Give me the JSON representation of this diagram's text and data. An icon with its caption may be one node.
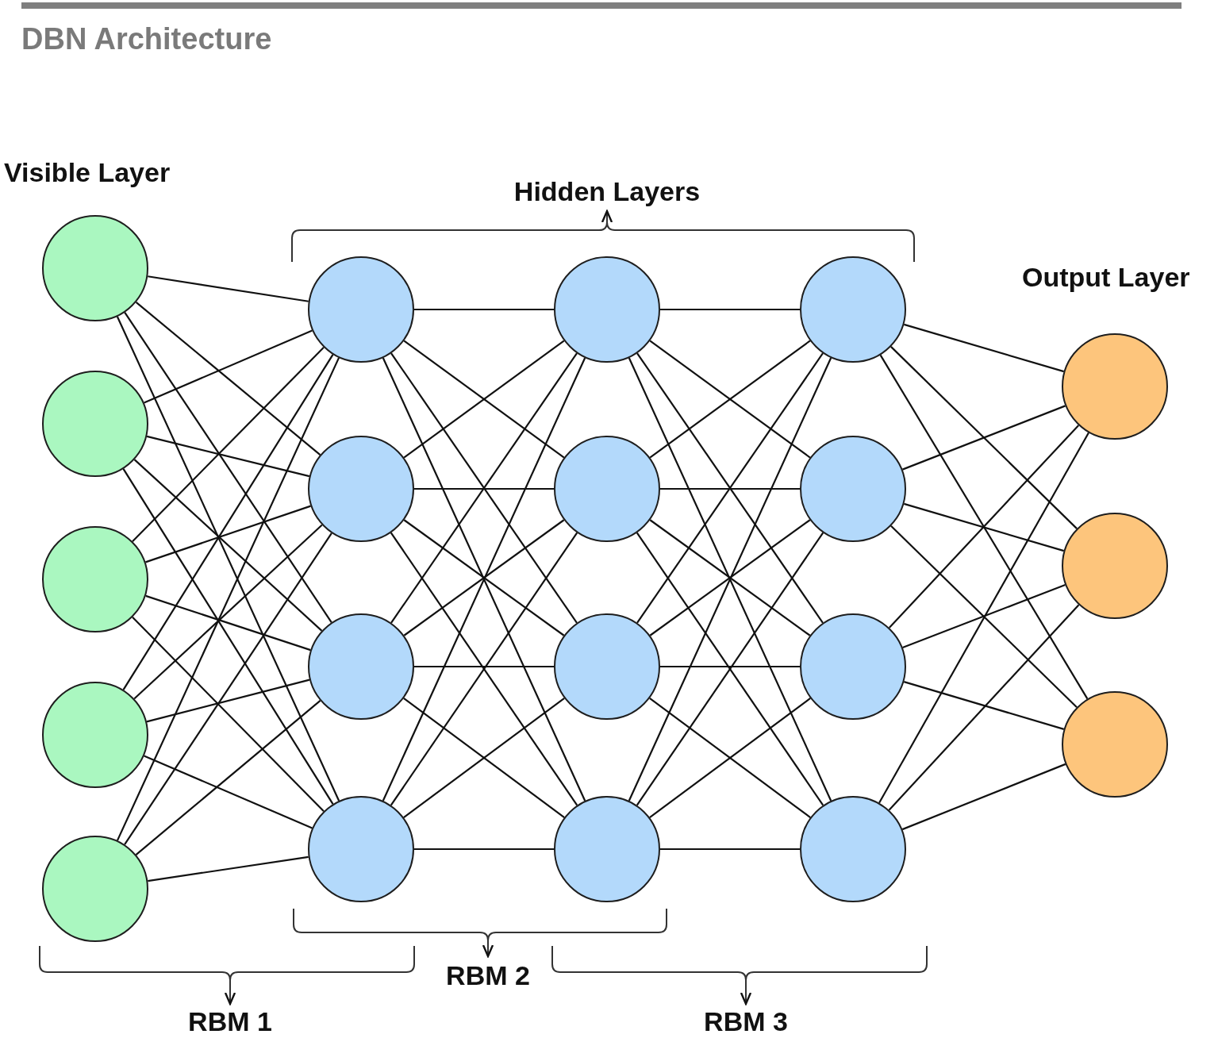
{
  "diagram": {
    "title": "DBN Architecture",
    "nodes": [
      {
        "text": [],
        "shape": "circle"
      },
      {
        "text": [],
        "shape": "circle"
      },
      {
        "text": [],
        "shape": "circle"
      },
      {
        "text": [],
        "shape": "circle"
      },
      {
        "text": [],
        "shape": "circle"
      },
      {
        "text": [],
        "shape": "circle"
      },
      {
        "text": [],
        "shape": "circle"
      },
      {
        "text": [],
        "shape": "circle"
      },
      {
        "text": [],
        "shape": "circle"
      },
      {
        "text": [],
        "shape": "circle"
      },
      {
        "text": [],
        "shape": "circle"
      },
      {
        "text": [],
        "shape": "circle"
      },
      {
        "text": [],
        "shape": "circle"
      },
      {
        "text": [],
        "shape": "circle"
      },
      {
        "text": [],
        "shape": "circle"
      },
      {
        "text": [],
        "shape": "circle"
      },
      {
        "text": [],
        "shape": "circle"
      },
      {
        "text": [],
        "shape": "circle"
      },
      {
        "text": [],
        "shape": "circle"
      },
      {
        "text": [],
        "shape": "circle"
      }
    ],
    "edges": [
      {
        "from": 0,
        "to": 5,
        "arrow": "none"
      },
      {
        "from": 0,
        "to": 6,
        "arrow": "none"
      },
      {
        "from": 0,
        "to": 7,
        "arrow": "none"
      },
      {
        "from": 0,
        "to": 8,
        "arrow": "none"
      },
      {
        "from": 1,
        "to": 5,
        "arrow": "none"
      },
      {
        "from": 1,
        "to": 6,
        "arrow": "none"
      },
      {
        "from": 1,
        "to": 7,
        "arrow": "none"
      },
      {
        "from": 1,
        "to": 8,
        "arrow": "none"
      },
      {
        "from": 2,
        "to": 5,
        "arrow": "none"
      },
      {
        "from": 2,
        "to": 6,
        "arrow": "none"
      },
      {
        "from": 2,
        "to": 7,
        "arrow": "none"
      },
      {
        "from": 2,
        "to": 8,
        "arrow": "none"
      },
      {
        "from": 3,
        "to": 5,
        "arrow": "none"
      },
      {
        "from": 3,
        "to": 6,
        "arrow": "none"
      },
      {
        "from": 3,
        "to": 7,
        "arrow": "none"
      },
      {
        "from": 3,
        "to": 8,
        "arrow": "none"
      },
      {
        "from": 4,
        "to": 5,
        "arrow": "none"
      },
      {
        "from": 4,
        "to": 6,
        "arrow": "none"
      },
      {
        "from": 4,
        "to": 7,
        "arrow": "none"
      },
      {
        "from": 4,
        "to": 8,
        "arrow": "none"
      },
      {
        "from": 5,
        "to": 9,
        "arrow": "none"
      },
      {
        "from": 5,
        "to": 10,
        "arrow": "none"
      },
      {
        "from": 5,
        "to": 11,
        "arrow": "none"
      },
      {
        "from": 5,
        "to": 12,
        "arrow": "none"
      },
      {
        "from": 6,
        "to": 9,
        "arrow": "none"
      },
      {
        "from": 6,
        "to": 10,
        "arrow": "none"
      },
      {
        "from": 6,
        "to": 11,
        "arrow": "none"
      },
      {
        "from": 6,
        "to": 12,
        "arrow": "none"
      },
      {
        "from": 7,
        "to": 9,
        "arrow": "none"
      },
      {
        "from": 7,
        "to": 10,
        "arrow": "none"
      },
      {
        "from": 7,
        "to": 11,
        "arrow": "none"
      },
      {
        "from": 7,
        "to": 12,
        "arrow": "none"
      },
      {
        "from": 8,
        "to": 9,
        "arrow": "none"
      },
      {
        "from": 8,
        "to": 10,
        "arrow": "none"
      },
      {
        "from": 8,
        "to": 11,
        "arrow": "none"
      },
      {
        "from": 8,
        "to": 12,
        "arrow": "none"
      },
      {
        "from": 9,
        "to": 13,
        "arrow": "none"
      },
      {
        "from": 9,
        "to": 14,
        "arrow": "none"
      },
      {
        "from": 9,
        "to": 15,
        "arrow": "none"
      },
      {
        "from": 9,
        "to": 16,
        "arrow": "none"
      },
      {
        "from": 10,
        "to": 13,
        "arrow": "none"
      },
      {
        "from": 10,
        "to": 14,
        "arrow": "none"
      },
      {
        "from": 10,
        "to": 15,
        "arrow": "none"
      },
      {
        "from": 10,
        "to": 16,
        "arrow": "none"
      },
      {
        "from": 11,
        "to": 13,
        "arrow": "none"
      },
      {
        "from": 11,
        "to": 14,
        "arrow": "none"
      },
      {
        "from": 11,
        "to": 15,
        "arrow": "none"
      },
      {
        "from": 11,
        "to": 16,
        "arrow": "none"
      },
      {
        "from": 12,
        "to": 13,
        "arrow": "none"
      },
      {
        "from": 12,
        "to": 14,
        "arrow": "none"
      },
      {
        "from": 12,
        "to": 15,
        "arrow": "none"
      },
      {
        "from": 12,
        "to": 16,
        "arrow": "none"
      },
      {
        "from": 13,
        "to": 17,
        "arrow": "none"
      },
      {
        "from": 13,
        "to": 18,
        "arrow": "none"
      },
      {
        "from": 13,
        "to": 19,
        "arrow": "none"
      },
      {
        "from": 14,
        "to": 17,
        "arrow": "none"
      },
      {
        "from": 14,
        "to": 18,
        "arrow": "none"
      },
      {
        "from": 14,
        "to": 19,
        "arrow": "none"
      },
      {
        "from": 15,
        "to": 17,
        "arrow": "none"
      },
      {
        "from": 15,
        "to": 18,
        "arrow": "none"
      },
      {
        "from": 15,
        "to": 19,
        "arrow": "none"
      },
      {
        "from": 16,
        "to": 17,
        "arrow": "none"
      },
      {
        "from": 16,
        "to": 18,
        "arrow": "none"
      },
      {
        "from": 16,
        "to": 19,
        "arrow": "none"
      }
    ],
    "labels": [
      "Visible Layer",
      "Hidden Layers",
      "Output Layer",
      "RBM 2",
      "RBM 1",
      "RBM 3"
    ]
  }
}
